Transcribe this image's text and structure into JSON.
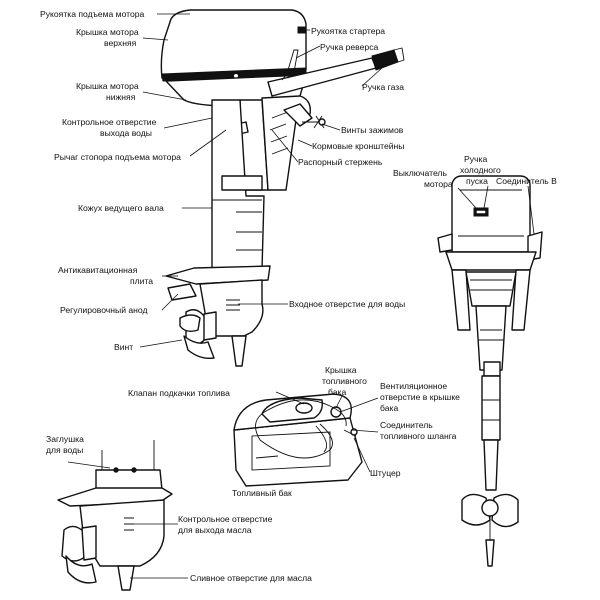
{
  "labels": {
    "lift_handle": "Рукоятка подъема мотора",
    "upper_cover_1": "Крышка мотора",
    "upper_cover_2": "верхняя",
    "lower_cover_1": "Крышка мотора",
    "lower_cover_2": "нижняя",
    "water_check_1": "Контрольное отверстие",
    "water_check_2": "выхода воды",
    "tilt_lever": "Рычаг стопора подъема мотора",
    "shaft_housing": "Кожух ведущего вала",
    "anticav_1": "Антикавитационная",
    "anticav_2": "плита",
    "anode": "Регулировочный анод",
    "propeller": "Винт",
    "starter_handle": "Рукоятка стартера",
    "reverse_handle": "Ручка реверса",
    "throttle": "Ручка газа",
    "clamp_screws": "Винты зажимов",
    "stern_brackets": "Кормовые кронштейны",
    "thrust_rod": "Распорный стержень",
    "water_inlet": "Входное отверстие для воды",
    "kill_switch_1": "Выключатель",
    "kill_switch_2": "мотора",
    "choke_1": "Ручка",
    "choke_2": "холодного",
    "choke_3": "пуска",
    "connector_b": "Соединитель В",
    "primer_valve": "Клапан подкачки топлива",
    "tank_cap_1": "Крышка",
    "tank_cap_2": "топливного",
    "tank_cap_3": "бака",
    "vent_1": "Вентиляционное",
    "vent_2": "отверстие в крышке",
    "vent_3": "бака",
    "hose_conn_1": "Соединитель",
    "hose_conn_2": "топливного шланга",
    "fitting": "Штуцер",
    "fuel_tank": "Топливный бак",
    "water_plug_1": "Заглушка",
    "water_plug_2": "для воды",
    "oil_check_1": "Контрольное отверстие",
    "oil_check_2": "для выхода масла",
    "oil_drain": "Сливное отверстие для масла"
  },
  "icons": {
    "outboard_side": "outboard-motor-side-view",
    "outboard_rear": "outboard-motor-rear-view",
    "fuel_tank": "fuel-tank-drawing",
    "gearcase": "lower-unit-gearcase-drawing"
  }
}
